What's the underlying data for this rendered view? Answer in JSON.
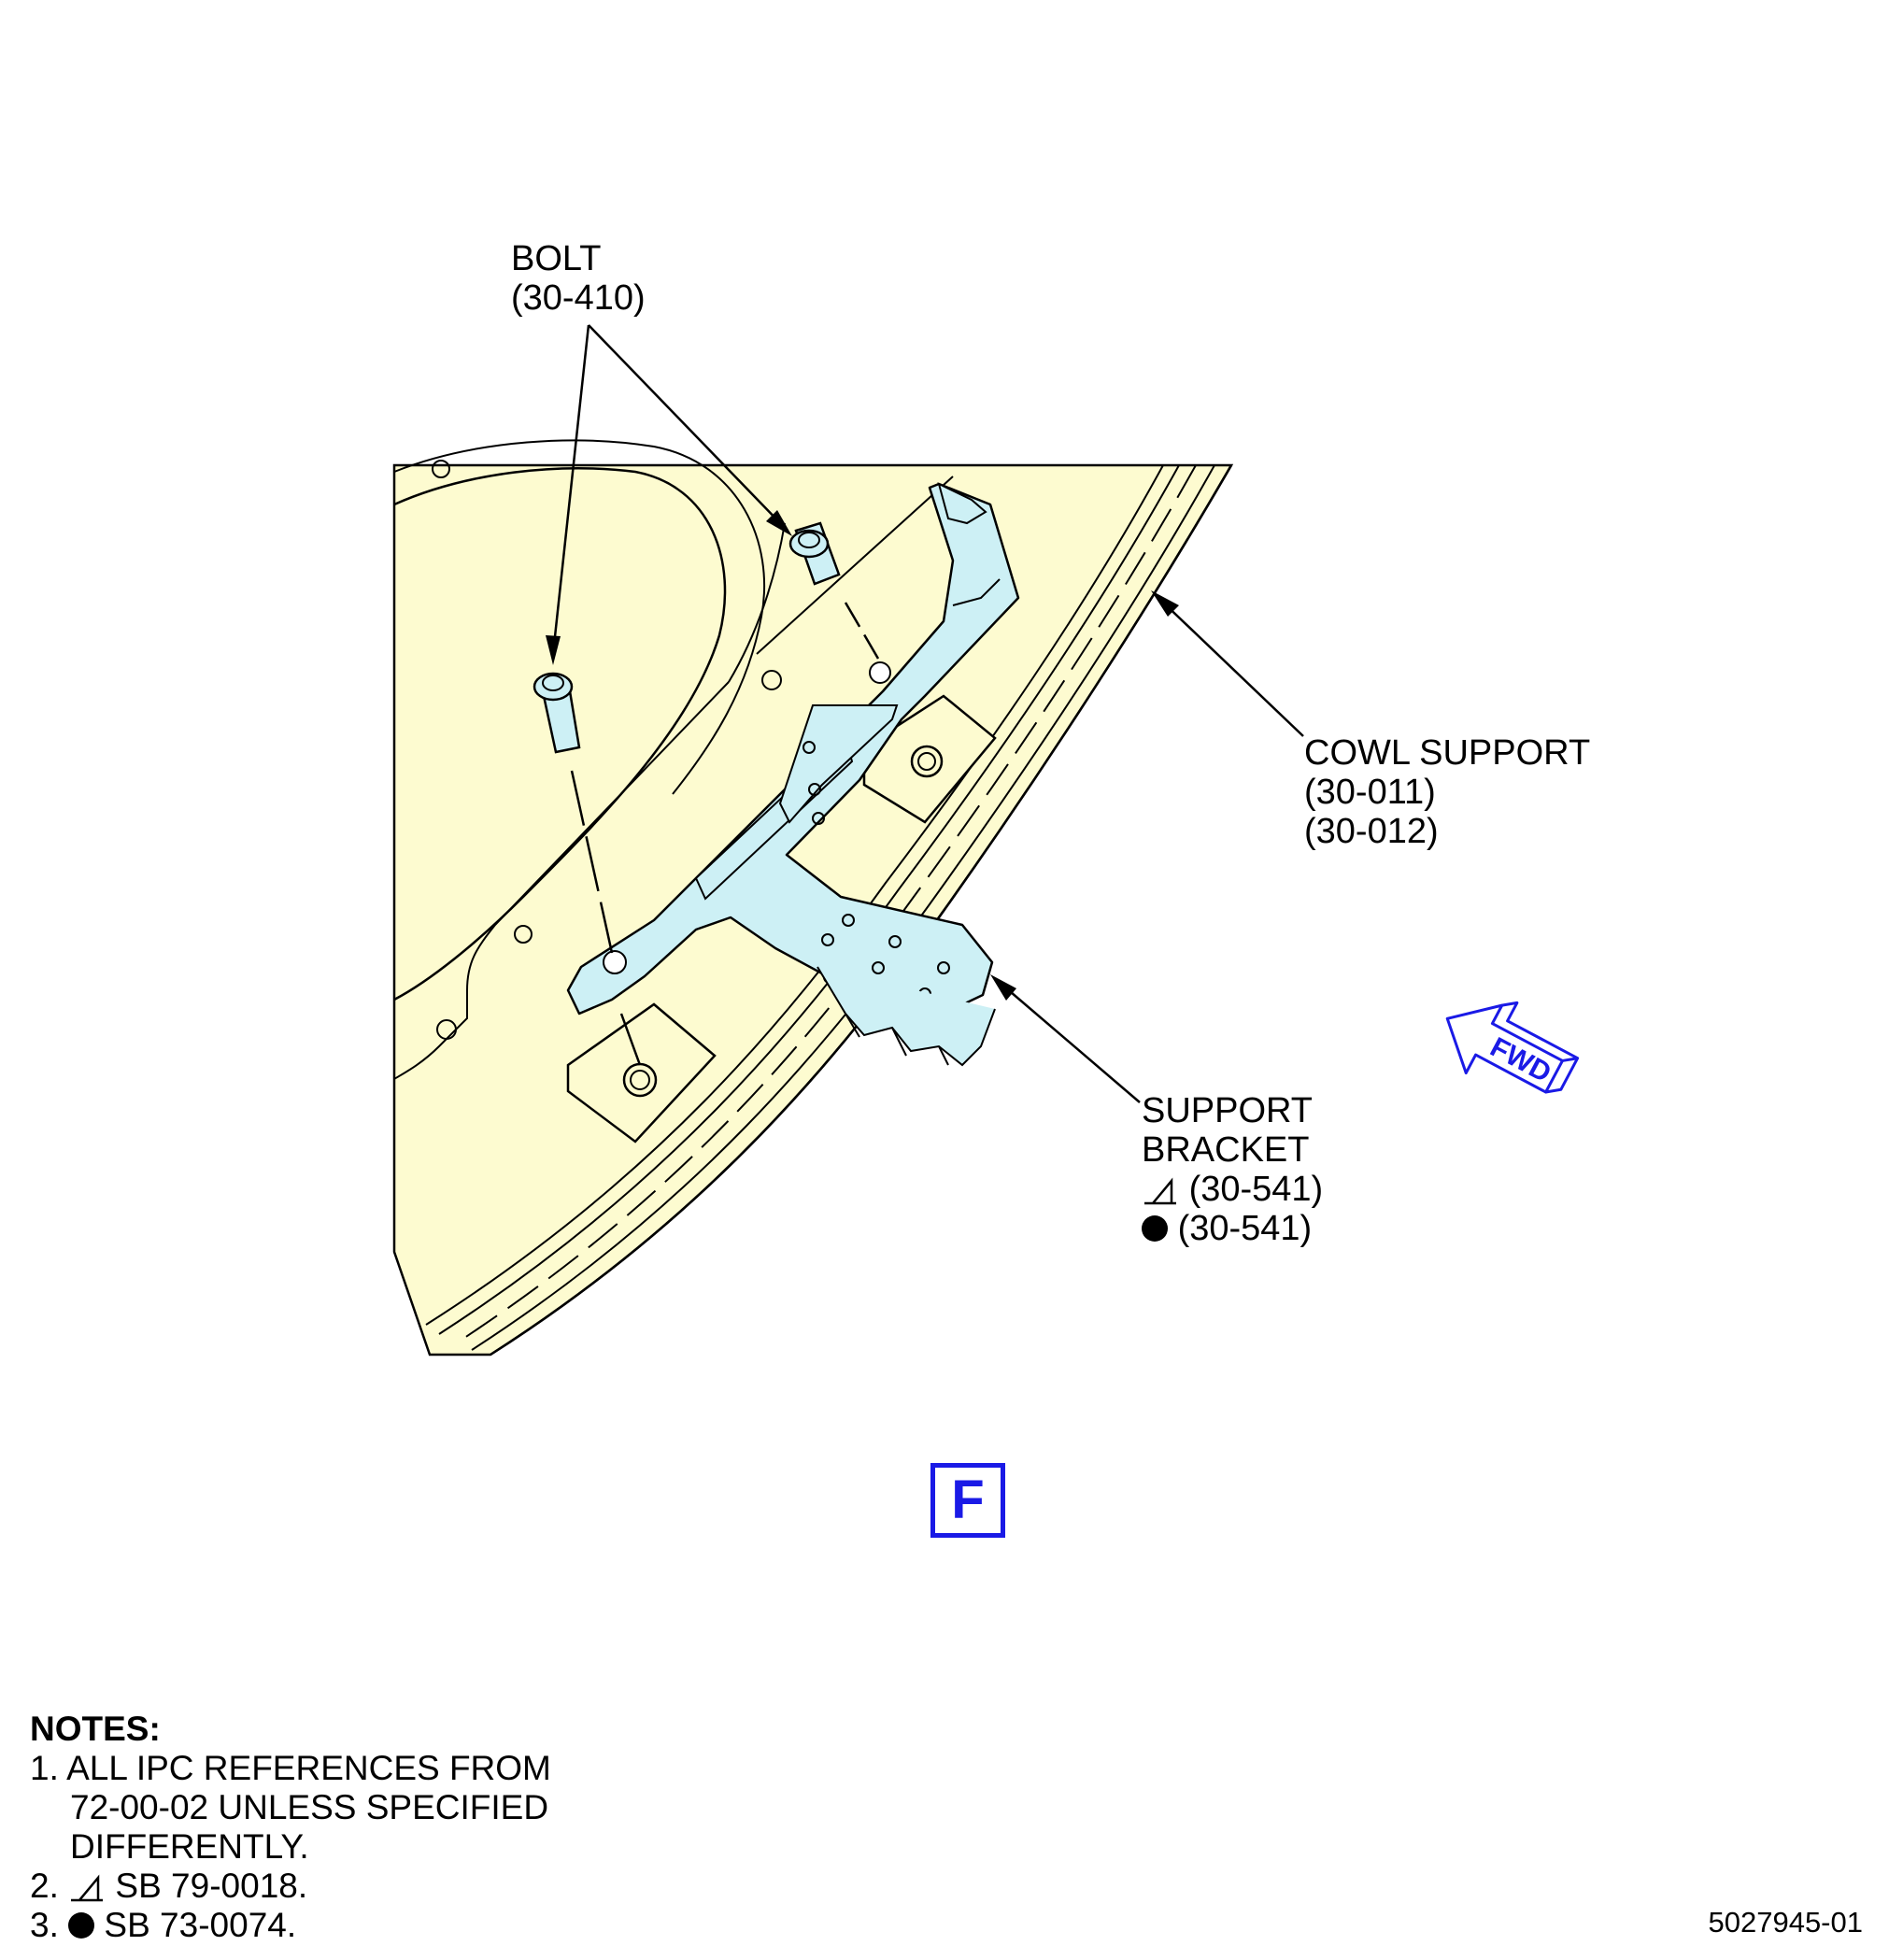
{
  "callouts": {
    "bolt": {
      "name": "BOLT",
      "ref": "(30-410)"
    },
    "cowl_support": {
      "name": "COWL SUPPORT",
      "refs": [
        "(30-011)",
        "(30-012)"
      ]
    },
    "support_bracket": {
      "name_line1": "SUPPORT",
      "name_line2": "BRACKET",
      "refs": [
        "(30-541)",
        "(30-541)"
      ]
    }
  },
  "fwd_arrow": {
    "label": "FWD"
  },
  "view": {
    "letter": "F"
  },
  "notes": {
    "heading": "NOTES:",
    "n1_line1": "1. ALL IPC REFERENCES FROM",
    "n1_line2": "72-00-02 UNLESS SPECIFIED",
    "n1_line3": "DIFFERENTLY.",
    "n2_num": "2.",
    "n2_text": "SB 79-0018.",
    "n3_num": "3.",
    "n3_text": "SB 73-0074."
  },
  "figure_id": "5027945-01",
  "colors": {
    "panel_fill": "#fdfbd0",
    "bracket_fill": "#cdf0f5",
    "highlight_blue": "#1a1ae6",
    "line": "#000000"
  },
  "icons": [
    "triangle-effectivity-icon",
    "dot-effectivity-icon",
    "fwd-arrow-icon"
  ]
}
